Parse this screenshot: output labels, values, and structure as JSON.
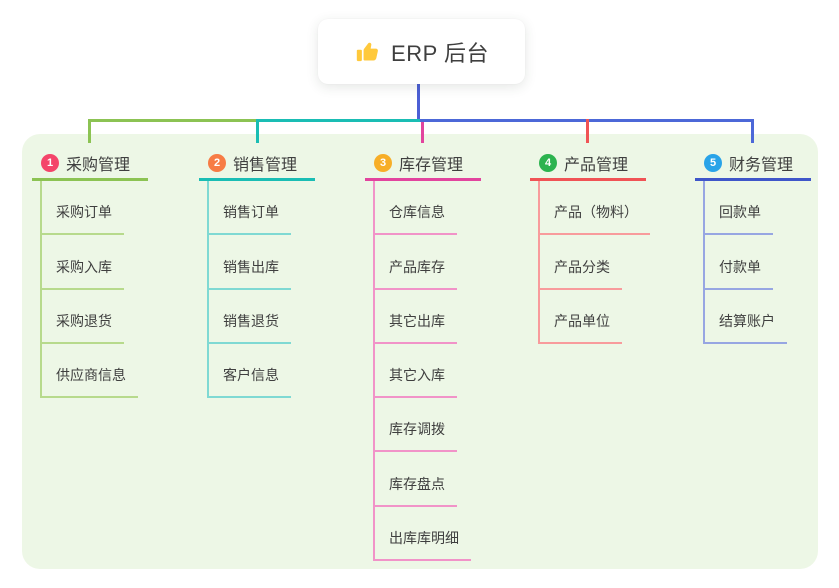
{
  "canvas": {
    "page_bg": "#FFFFFF",
    "panel_bg": "#EDF7E6",
    "text_color": "#3F3F3F"
  },
  "root": {
    "label": "ERP 后台",
    "icon": "thumbs-up-icon",
    "icon_color": "#FFC93C",
    "line_color": "#4C5FD5"
  },
  "connector": {
    "right_bus_color": "#4C68D8"
  },
  "branches": [
    {
      "index": "1",
      "label": "采购管理",
      "badge_color": "#F4456A",
      "line_color": "#8CC353",
      "light_line_color": "#B7DA8C",
      "children": [
        "采购订单",
        "采购入库",
        "采购退货",
        "供应商信息"
      ]
    },
    {
      "index": "2",
      "label": "销售管理",
      "badge_color": "#F77C45",
      "line_color": "#1ABDB4",
      "light_line_color": "#7FD9D3",
      "children": [
        "销售订单",
        "销售出库",
        "销售退货",
        "客户信息"
      ]
    },
    {
      "index": "3",
      "label": "库存管理",
      "badge_color": "#F7AE27",
      "line_color": "#E2449E",
      "light_line_color": "#F193C8",
      "children": [
        "仓库信息",
        "产品库存",
        "其它出库",
        "其它入库",
        "库存调拨",
        "库存盘点",
        "出库库明细"
      ]
    },
    {
      "index": "4",
      "label": "产品管理",
      "badge_color": "#2CB34F",
      "line_color": "#F05355",
      "light_line_color": "#F89B9C",
      "children": [
        "产品（物料）",
        "产品分类",
        "产品单位"
      ]
    },
    {
      "index": "5",
      "label": "财务管理",
      "badge_color": "#29A3E8",
      "line_color": "#3F56C9",
      "light_line_color": "#97A6E2",
      "children": [
        "回款单",
        "付款单",
        "结算账户"
      ]
    }
  ]
}
